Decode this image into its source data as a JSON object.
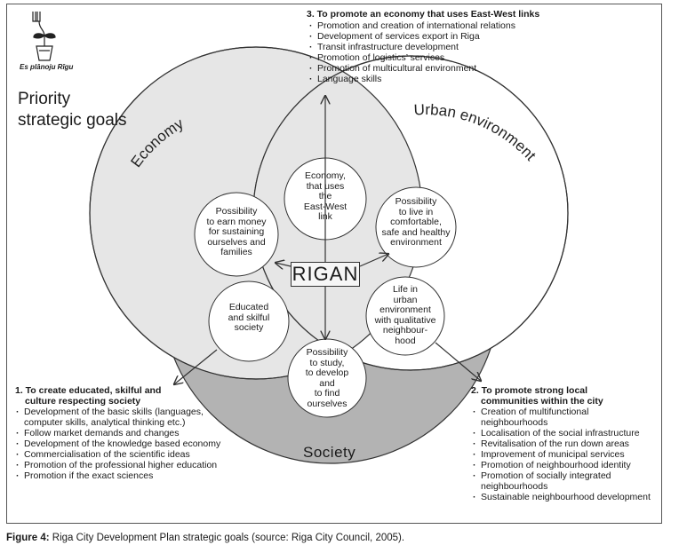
{
  "logo": {
    "icon": "flower-pot-icon",
    "text": "Es plānoju Rīgu"
  },
  "heading": {
    "line1": "Priority",
    "line2": "strategic goals"
  },
  "circles": {
    "economy": "Economy",
    "urban": "Urban environment",
    "society": "Society"
  },
  "center": "RIGAN",
  "inner": {
    "earn": [
      "Possibility",
      "to earn money",
      "for sustaining",
      "ourselves and",
      "families"
    ],
    "eastwest": [
      "Economy,",
      "that uses",
      "the",
      "East-West",
      "link"
    ],
    "live": [
      "Possibility",
      "to live in",
      "comfortable,",
      "safe and healthy",
      "environment"
    ],
    "educated": [
      "Educated",
      "and skilful",
      "society"
    ],
    "lifeurban": [
      "Life in",
      "urban",
      "environment",
      "with qualitative",
      "neighbour-",
      "hood"
    ],
    "study": [
      "Possibility",
      "to study,",
      "to develop",
      "and",
      "to find",
      "ourselves"
    ]
  },
  "goal3": {
    "title": "3. To promote an economy that uses East-West links",
    "items": [
      "Promotion and creation of international relations",
      "Development of services export in Riga",
      "Transit infrastructure development",
      "Promotion of logistics’ services",
      "Promotion of multicultural environment",
      "Language skills"
    ]
  },
  "goal1": {
    "title_line1": "1. To create educated, skilful and",
    "title_line2": "culture respecting society",
    "items": [
      "Development of the basic skills (languages, computer skills, analytical thinking etc.)",
      "Follow market demands and changes",
      "Development of the knowledge based economy",
      "Commercialisation of the  scientific ideas",
      "Promotion of the professional higher education",
      "Promotion if the exact sciences"
    ]
  },
  "goal2": {
    "title_line1": "2. To promote strong local",
    "title_line2": "communities within the city",
    "items": [
      "Creation of multifunctional neighbourhoods",
      "Localisation of the social infrastructure",
      "Revitalisation of the run down areas",
      "Improvement of municipal services",
      "Promotion of neighbourhood identity",
      "Promotion of socially integrated neighbourhoods",
      "Sustainable neighbourhood development"
    ]
  },
  "caption": {
    "label": "Figure 4:",
    "text": " Riga City Development Plan strategic goals (source: Riga City Council, 2005)."
  },
  "colors": {
    "economy_fill": "#e6e6e6",
    "society_fill": "#b3b3b3",
    "urban_fill": "#ffffff",
    "stroke": "#333333"
  }
}
